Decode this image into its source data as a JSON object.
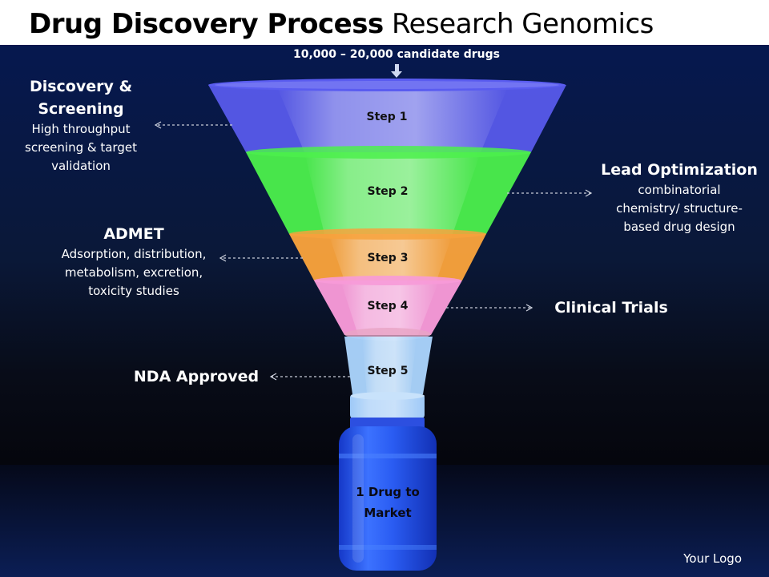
{
  "title": {
    "bold": "Drug Discovery Process",
    "normal": "Research Genomics"
  },
  "intake_label": "10,000 – 20,000 candidate drugs",
  "funnel": {
    "steps": [
      {
        "label": "Step 1",
        "color": "#5a5cf0"
      },
      {
        "label": "Step 2",
        "color": "#4cf04c"
      },
      {
        "label": "Step 3",
        "color": "#f7a23c"
      },
      {
        "label": "Step 4",
        "color": "#f79ad8"
      },
      {
        "label": "Step 5",
        "color": "#a9d3fb"
      }
    ],
    "bottle_label": [
      "1 Drug to",
      "Market"
    ]
  },
  "annotations": {
    "discovery": {
      "heading": [
        "Discovery &",
        "Screening"
      ],
      "description": [
        "High throughput",
        "screening & target",
        "validation"
      ]
    },
    "lead": {
      "heading": [
        "Lead Optimization"
      ],
      "description": [
        "combinatorial",
        "chemistry/ structure-",
        "based drug design"
      ]
    },
    "admet": {
      "heading": [
        "ADMET"
      ],
      "description": [
        "Adsorption, distribution,",
        "metabolism, excretion,",
        "toxicity studies"
      ]
    },
    "clinical": {
      "heading": [
        "Clinical Trials"
      ],
      "description": []
    },
    "nda": {
      "heading": [
        "NDA Approved"
      ],
      "description": []
    }
  },
  "logo_text": "Your Logo"
}
